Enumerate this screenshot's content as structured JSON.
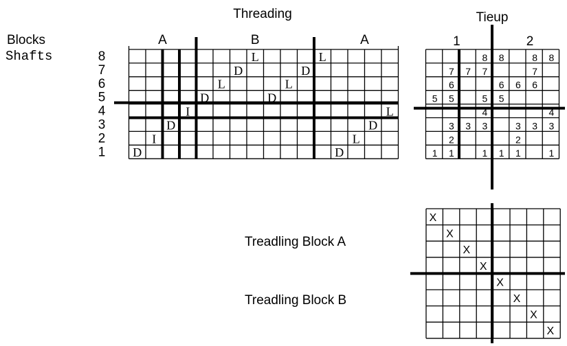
{
  "labels": {
    "threading": "Threading",
    "tieup": "Tieup",
    "blocks": "Blocks",
    "shafts": "Shafts",
    "treadling_a": "Treadling Block A",
    "treadling_b": "Treadling Block B"
  },
  "shaft_numbers": [
    "8",
    "7",
    "6",
    "5",
    "4",
    "3",
    "2",
    "1"
  ],
  "threading_blocks": [
    "A",
    "B",
    "A"
  ],
  "tieup_blocks": [
    "1",
    "2"
  ],
  "threading": [
    {
      "col": 1,
      "shaft": 1,
      "text": "D"
    },
    {
      "col": 2,
      "shaft": 2,
      "text": "I"
    },
    {
      "col": 3,
      "shaft": 3,
      "text": "D"
    },
    {
      "col": 4,
      "shaft": 4,
      "text": "I"
    },
    {
      "col": 5,
      "shaft": 5,
      "text": "D"
    },
    {
      "col": 6,
      "shaft": 6,
      "text": "L"
    },
    {
      "col": 7,
      "shaft": 7,
      "text": "D"
    },
    {
      "col": 8,
      "shaft": 8,
      "text": "L"
    },
    {
      "col": 9,
      "shaft": 5,
      "text": "D"
    },
    {
      "col": 10,
      "shaft": 6,
      "text": "L"
    },
    {
      "col": 11,
      "shaft": 7,
      "text": "D"
    },
    {
      "col": 12,
      "shaft": 8,
      "text": "L"
    },
    {
      "col": 13,
      "shaft": 1,
      "text": "D"
    },
    {
      "col": 14,
      "shaft": 2,
      "text": "L"
    },
    {
      "col": 15,
      "shaft": 3,
      "text": "D"
    },
    {
      "col": 16,
      "shaft": 4,
      "text": "L"
    }
  ],
  "tieup": [
    {
      "col": 4,
      "shaft": 8,
      "text": "8"
    },
    {
      "col": 5,
      "shaft": 8,
      "text": "8"
    },
    {
      "col": 7,
      "shaft": 8,
      "text": "8"
    },
    {
      "col": 8,
      "shaft": 8,
      "text": "8"
    },
    {
      "col": 2,
      "shaft": 7,
      "text": "7"
    },
    {
      "col": 3,
      "shaft": 7,
      "text": "7"
    },
    {
      "col": 4,
      "shaft": 7,
      "text": "7"
    },
    {
      "col": 7,
      "shaft": 7,
      "text": "7"
    },
    {
      "col": 2,
      "shaft": 6,
      "text": "6"
    },
    {
      "col": 5,
      "shaft": 6,
      "text": "6"
    },
    {
      "col": 6,
      "shaft": 6,
      "text": "6"
    },
    {
      "col": 7,
      "shaft": 6,
      "text": "6"
    },
    {
      "col": 1,
      "shaft": 5,
      "text": "5"
    },
    {
      "col": 2,
      "shaft": 5,
      "text": "5"
    },
    {
      "col": 4,
      "shaft": 5,
      "text": "5"
    },
    {
      "col": 5,
      "shaft": 5,
      "text": "5"
    },
    {
      "col": 4,
      "shaft": 4,
      "text": "4"
    },
    {
      "col": 8,
      "shaft": 4,
      "text": "4"
    },
    {
      "col": 2,
      "shaft": 3,
      "text": "3"
    },
    {
      "col": 3,
      "shaft": 3,
      "text": "3"
    },
    {
      "col": 4,
      "shaft": 3,
      "text": "3"
    },
    {
      "col": 6,
      "shaft": 3,
      "text": "3"
    },
    {
      "col": 7,
      "shaft": 3,
      "text": "3"
    },
    {
      "col": 8,
      "shaft": 3,
      "text": "3"
    },
    {
      "col": 2,
      "shaft": 2,
      "text": "2"
    },
    {
      "col": 6,
      "shaft": 2,
      "text": "2"
    },
    {
      "col": 1,
      "shaft": 1,
      "text": "1"
    },
    {
      "col": 2,
      "shaft": 1,
      "text": "1"
    },
    {
      "col": 4,
      "shaft": 1,
      "text": "1"
    },
    {
      "col": 5,
      "shaft": 1,
      "text": "1"
    },
    {
      "col": 6,
      "shaft": 1,
      "text": "1"
    },
    {
      "col": 8,
      "shaft": 1,
      "text": "1"
    }
  ],
  "treadling": [
    {
      "row": 1,
      "col": 1,
      "text": "X"
    },
    {
      "row": 2,
      "col": 2,
      "text": "X"
    },
    {
      "row": 3,
      "col": 3,
      "text": "X"
    },
    {
      "row": 4,
      "col": 4,
      "text": "X"
    },
    {
      "row": 5,
      "col": 5,
      "text": "X"
    },
    {
      "row": 6,
      "col": 6,
      "text": "X"
    },
    {
      "row": 7,
      "col": 7,
      "text": "X"
    },
    {
      "row": 8,
      "col": 8,
      "text": "X"
    }
  ]
}
